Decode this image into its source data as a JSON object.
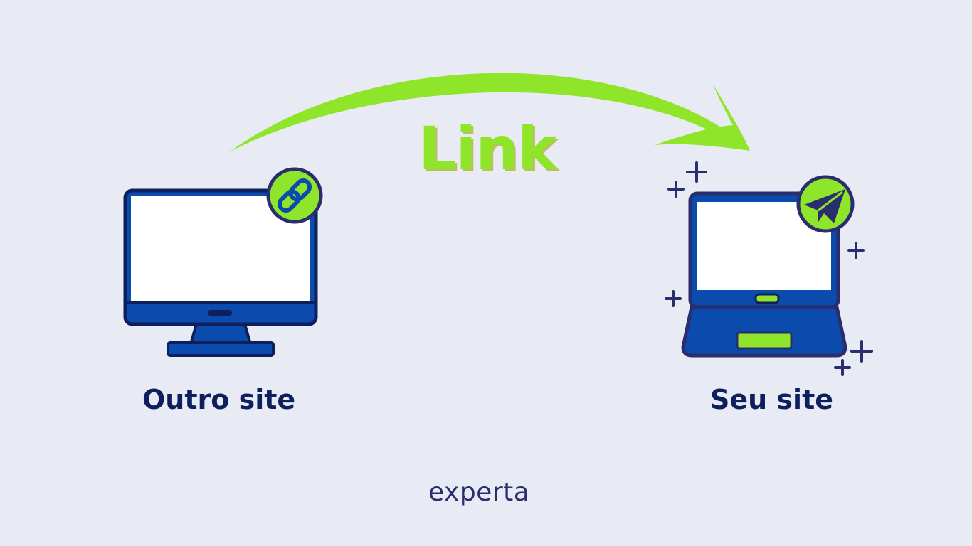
{
  "diagram": {
    "arrow_label": "Link",
    "source": {
      "label": "Outro site",
      "badge_icon": "chain-link-icon",
      "device": "desktop-monitor-icon"
    },
    "target": {
      "label": "Seu site",
      "badge_icon": "paper-plane-icon",
      "device": "laptop-icon"
    }
  },
  "brand": {
    "logo_text": "experta"
  },
  "colors": {
    "background": "#e8ebf3",
    "navy": "#0d1f5c",
    "blue": "#0a4bad",
    "green": "#8ee52a",
    "sparkle": "#2a2d6e"
  }
}
